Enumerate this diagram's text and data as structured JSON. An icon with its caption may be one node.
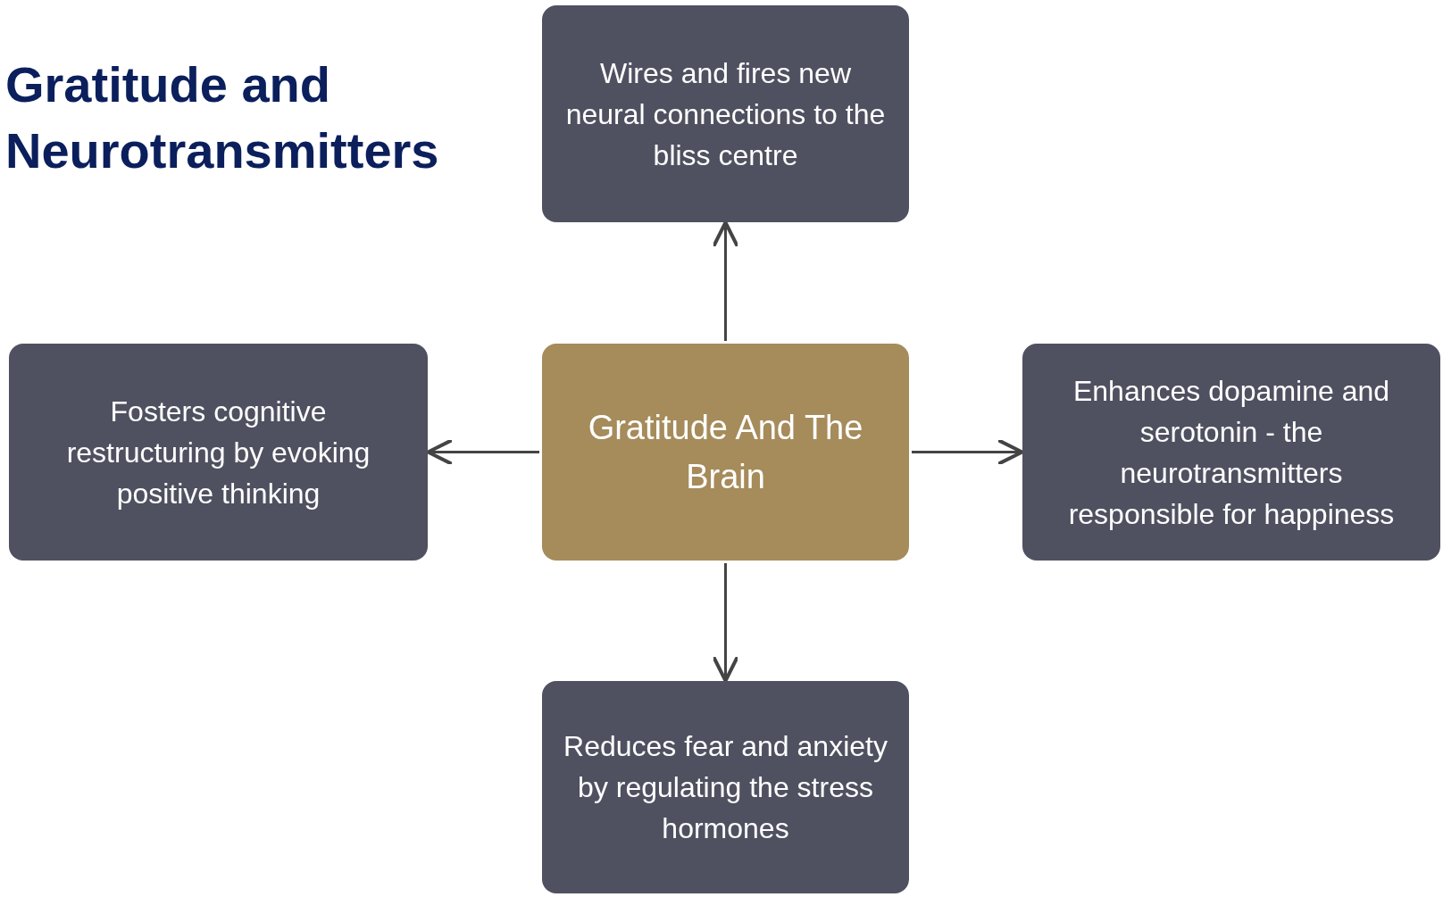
{
  "diagram": {
    "title": "Gratitude and Neurotransmitters",
    "nodes": [
      {
        "text": [
          "Gratitude And The Brain"
        ]
      },
      {
        "text": [
          "Wires and fires new neural connections to the bliss centre"
        ]
      },
      {
        "text": [
          "Fosters cognitive restructuring by evoking positive thinking"
        ]
      },
      {
        "text": [
          "Enhances dopamine and serotonin - the neurotransmitters responsible for happiness"
        ]
      },
      {
        "text": [
          "Reduces fear and anxiety by regulating the stress hormones"
        ]
      }
    ],
    "edges": [
      {
        "from": 0,
        "to": 1,
        "arrow": "to"
      },
      {
        "from": 0,
        "to": 2,
        "arrow": "to"
      },
      {
        "from": 0,
        "to": 3,
        "arrow": "to"
      },
      {
        "from": 0,
        "to": 4,
        "arrow": "to"
      }
    ]
  }
}
